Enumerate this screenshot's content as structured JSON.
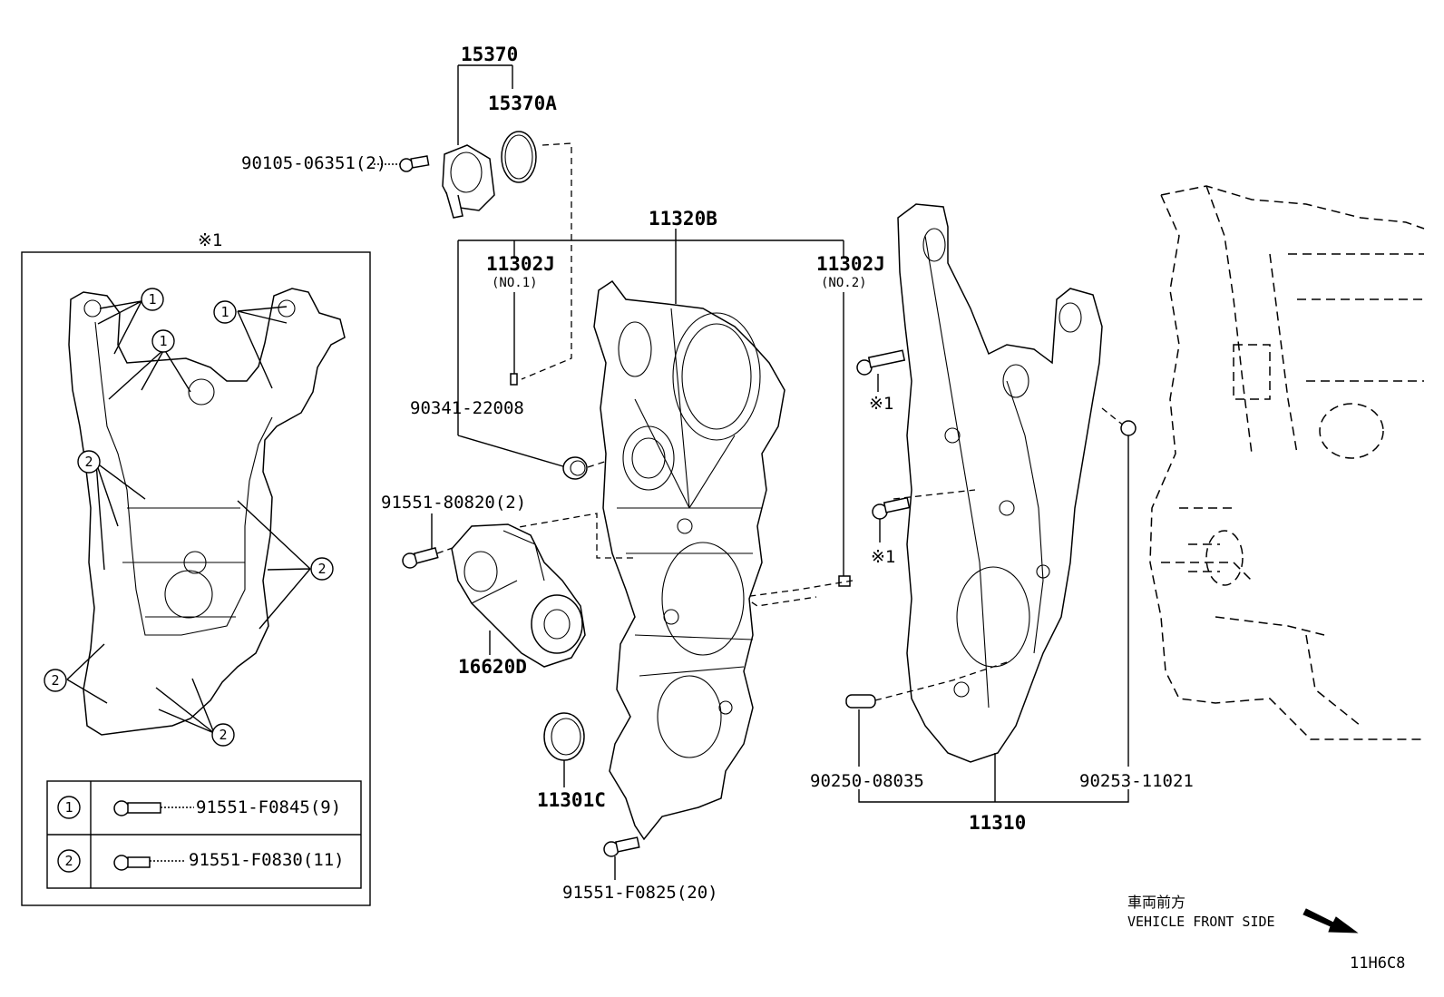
{
  "labels": {
    "p15370": "15370",
    "p15370A": "15370A",
    "p90105": "90105-06351(2)",
    "p11320B": "11320B",
    "p11302J_1": "11302J",
    "p11302J_1_sub": "(NO.1)",
    "p11302J_2": "11302J",
    "p11302J_2_sub": "(NO.2)",
    "p90341": "90341-22008",
    "p91551_80820": "91551-80820(2)",
    "p16620D": "16620D",
    "p11301C": "11301C",
    "p91551_F0825": "91551-F0825(20)",
    "p90250": "90250-08035",
    "p90253": "90253-11021",
    "p11310": "11310",
    "note1_a": "※1",
    "note1_b": "※1",
    "inset_title": "※1"
  },
  "inset": {
    "callout_1": "1",
    "callout_2": "2",
    "legend": [
      {
        "num": "1",
        "part": "91551-F0845(9)"
      },
      {
        "num": "2",
        "part": "91551-F0830(11)"
      }
    ]
  },
  "front": {
    "jp": "車両前方",
    "en": "VEHICLE FRONT SIDE"
  },
  "diagram_code": "11H6C8"
}
